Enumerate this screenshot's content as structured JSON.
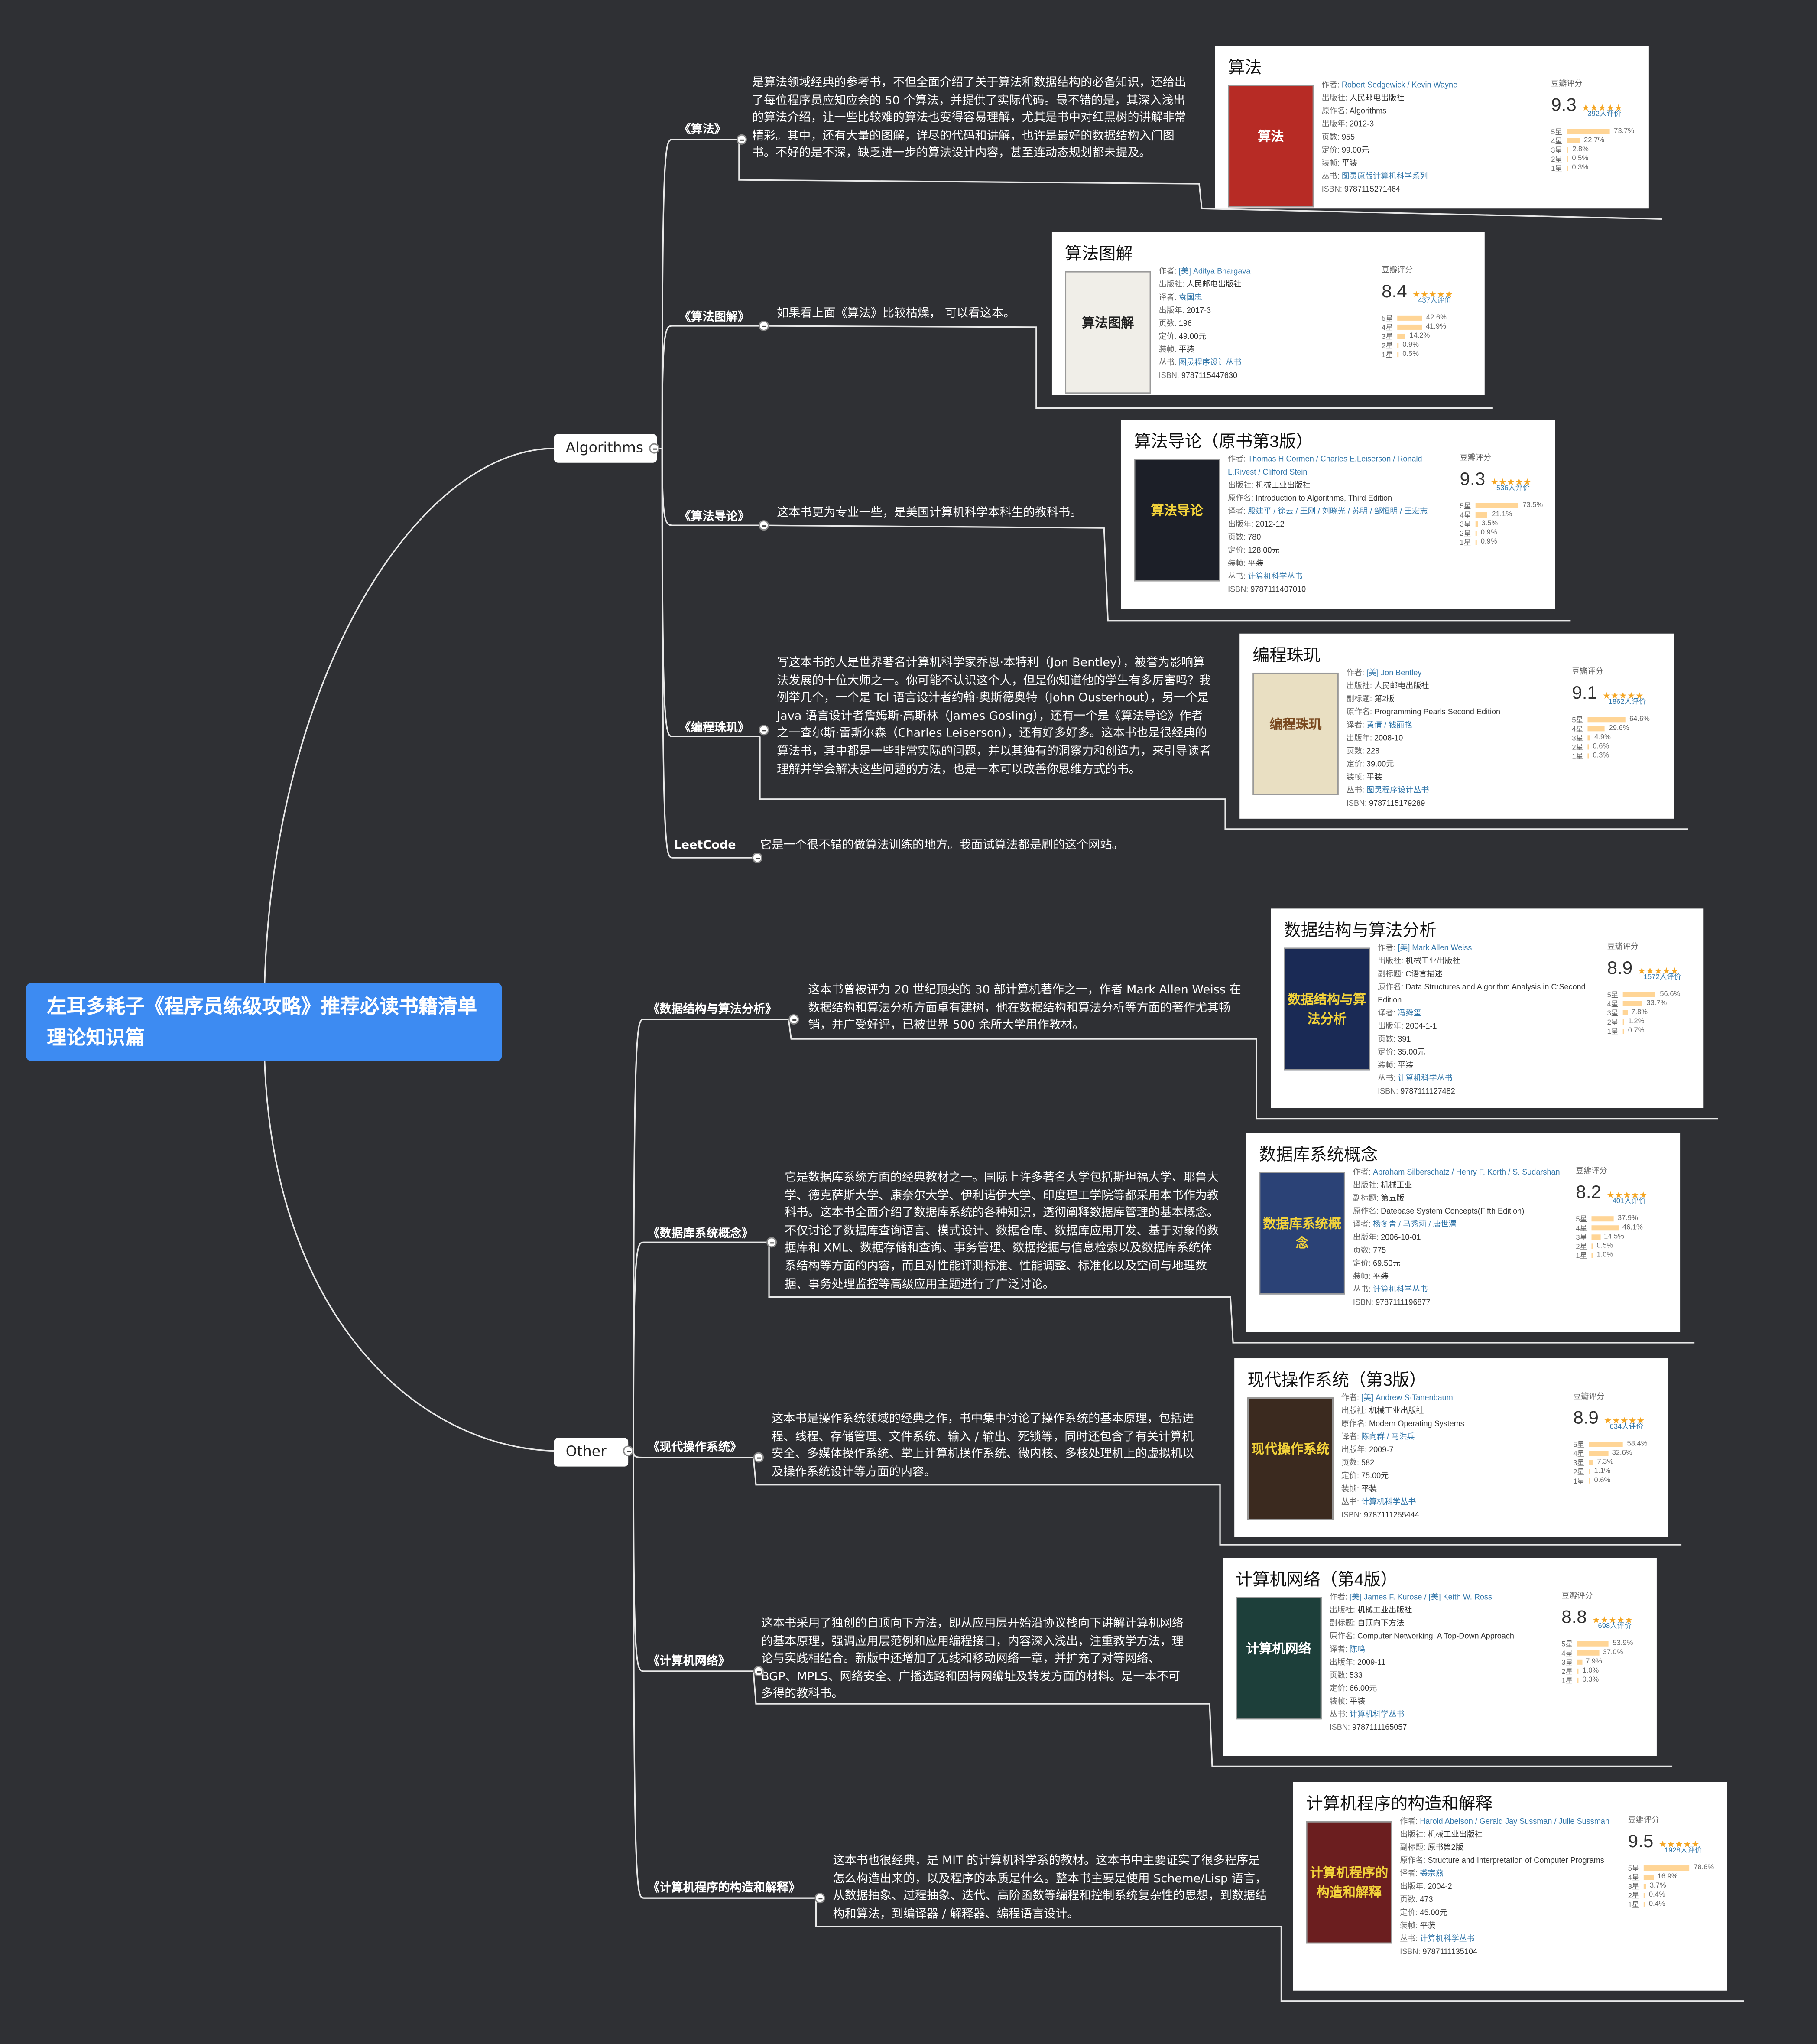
{
  "root_title": "左耳多耗子《程序员练级攻略》推荐必读书籍清单理论知识篇",
  "categories": [
    {
      "label": "Algorithms"
    },
    {
      "label": "Other"
    }
  ],
  "books": [
    {
      "label": "《算法》",
      "desc": "是算法领域经典的参考书，不但全面介绍了关于算法和数据结构的必备知识，还给出了每位程序员应知应会的 50 个算法，并提供了实际代码。最不错的是，其深入浅出的算法介绍，让一些比较难的算法也变得容易理解，尤其是书中对红黑树的讲解非常精彩。其中，还有大量的图解，详尽的代码和讲解，也许是最好的数据结构入门图书。不好的是不深，缺乏进一步的算法设计内容，甚至连动态规划都未提及。",
      "card": {
        "title": "算法",
        "cover_text": "算法",
        "info": [
          [
            "作者:",
            "Robert Sedgewick / Kevin Wayne"
          ],
          [
            "出版社:",
            "人民邮电出版社"
          ],
          [
            "原作名:",
            "Algorithms"
          ],
          [
            "出版年:",
            "2012-3"
          ],
          [
            "页数:",
            "955"
          ],
          [
            "定价:",
            "99.00元"
          ],
          [
            "装帧:",
            "平装"
          ],
          [
            "丛书:",
            "图灵原版计算机科学系列"
          ],
          [
            "ISBN:",
            "9787115271464"
          ]
        ],
        "rating": {
          "label": "豆瓣评分",
          "score": "9.3",
          "count": "392人评价",
          "dist": [
            [
              "5星",
              "73.7%",
              73.7
            ],
            [
              "4星",
              "22.7%",
              22.7
            ],
            [
              "3星",
              "2.8%",
              2.8
            ],
            [
              "2星",
              "0.5%",
              0.5
            ],
            [
              "1星",
              "0.3%",
              0.3
            ]
          ]
        }
      }
    },
    {
      "label": "《算法图解》",
      "desc": "如果看上面《算法》比较枯燥， 可以看这本。",
      "card": {
        "title": "算法图解",
        "cover_text": "算法图解",
        "info": [
          [
            "作者:",
            "[美] Aditya Bhargava"
          ],
          [
            "出版社:",
            "人民邮电出版社"
          ],
          [
            "译者:",
            "袁国忠"
          ],
          [
            "出版年:",
            "2017-3"
          ],
          [
            "页数:",
            "196"
          ],
          [
            "定价:",
            "49.00元"
          ],
          [
            "装帧:",
            "平装"
          ],
          [
            "丛书:",
            "图灵程序设计丛书"
          ],
          [
            "ISBN:",
            "9787115447630"
          ]
        ],
        "rating": {
          "label": "豆瓣评分",
          "score": "8.4",
          "count": "437人评价",
          "dist": [
            [
              "5星",
              "42.6%",
              42.6
            ],
            [
              "4星",
              "41.9%",
              41.9
            ],
            [
              "3星",
              "14.2%",
              14.2
            ],
            [
              "2星",
              "0.9%",
              0.9
            ],
            [
              "1星",
              "0.5%",
              0.5
            ]
          ]
        }
      }
    },
    {
      "label": "《算法导论》",
      "desc": "这本书更为专业一些，是美国计算机科学本科生的教科书。",
      "card": {
        "title": "算法导论（原书第3版）",
        "cover_text": "算法导论",
        "info": [
          [
            "作者:",
            "Thomas H.Cormen / Charles E.Leiserson / Ronald L.Rivest / Clifford Stein"
          ],
          [
            "出版社:",
            "机械工业出版社"
          ],
          [
            "原作名:",
            "Introduction to Algorithms, Third Edition"
          ],
          [
            "译者:",
            "殷建平 / 徐云 / 王刚 / 刘晓光 / 苏明 / 邹恒明 / 王宏志"
          ],
          [
            "出版年:",
            "2012-12"
          ],
          [
            "页数:",
            "780"
          ],
          [
            "定价:",
            "128.00元"
          ],
          [
            "装帧:",
            "平装"
          ],
          [
            "丛书:",
            "计算机科学丛书"
          ],
          [
            "ISBN:",
            "9787111407010"
          ]
        ],
        "rating": {
          "label": "豆瓣评分",
          "score": "9.3",
          "count": "536人评价",
          "dist": [
            [
              "5星",
              "73.5%",
              73.5
            ],
            [
              "4星",
              "21.1%",
              21.1
            ],
            [
              "3星",
              "3.5%",
              3.5
            ],
            [
              "2星",
              "0.9%",
              0.9
            ],
            [
              "1星",
              "0.9%",
              0.9
            ]
          ]
        }
      }
    },
    {
      "label": "《编程珠玑》",
      "desc": "写这本书的人是世界著名计算机科学家乔恩·本特利（Jon Bentley），被誉为影响算法发展的十位大师之一。你可能不认识这个人，但是你知道他的学生有多厉害吗？我例举几个，一个是 Tcl 语言设计者约翰·奥斯德奥特（John Ousterhout），另一个是 Java 语言设计者詹姆斯·高斯林（James Gosling），还有一个是《算法导论》作者之一查尔斯·雷斯尔森（Charles Leiserson），还有好多好多。这本书也是很经典的算法书，其中都是一些非常实际的问题，并以其独有的洞察力和创造力，来引导读者理解并学会解决这些问题的方法，也是一本可以改善你思维方式的书。",
      "card": {
        "title": "编程珠玑",
        "cover_text": "编程珠玑",
        "info": [
          [
            "作者:",
            "[美] Jon Bentley"
          ],
          [
            "出版社:",
            "人民邮电出版社"
          ],
          [
            "副标题:",
            "第2版"
          ],
          [
            "原作名:",
            "Programming Pearls Second Edition"
          ],
          [
            "译者:",
            "黄倩 / 钱丽艳"
          ],
          [
            "出版年:",
            "2008-10"
          ],
          [
            "页数:",
            "228"
          ],
          [
            "定价:",
            "39.00元"
          ],
          [
            "装帧:",
            "平装"
          ],
          [
            "丛书:",
            "图灵程序设计丛书"
          ],
          [
            "ISBN:",
            "9787115179289"
          ]
        ],
        "rating": {
          "label": "豆瓣评分",
          "score": "9.1",
          "count": "1862人评价",
          "dist": [
            [
              "5星",
              "64.6%",
              64.6
            ],
            [
              "4星",
              "29.6%",
              29.6
            ],
            [
              "3星",
              "4.9%",
              4.9
            ],
            [
              "2星",
              "0.6%",
              0.6
            ],
            [
              "1星",
              "0.3%",
              0.3
            ]
          ]
        }
      }
    },
    {
      "label": "LeetCode",
      "desc": "它是一个很不错的做算法训练的地方。我面试算法都是刷的这个网站。"
    },
    {
      "label": "《数据结构与算法分析》",
      "desc": "这本书曾被评为 20 世纪顶尖的 30 部计算机著作之一，作者 Mark Allen Weiss 在数据结构和算法分析方面卓有建树，他在数据结构和算法分析等方面的著作尤其畅销，并广受好评，已被世界 500 余所大学用作教材。",
      "card": {
        "title": "数据结构与算法分析",
        "cover_text": "数据结构与算法分析",
        "info": [
          [
            "作者:",
            "[美] Mark Allen Weiss"
          ],
          [
            "出版社:",
            "机械工业出版社"
          ],
          [
            "副标题:",
            "C语言描述"
          ],
          [
            "原作名:",
            "Data Structures and Algorithm Analysis in C:Second Edition"
          ],
          [
            "译者:",
            "冯舜玺"
          ],
          [
            "出版年:",
            "2004-1-1"
          ],
          [
            "页数:",
            "391"
          ],
          [
            "定价:",
            "35.00元"
          ],
          [
            "装帧:",
            "平装"
          ],
          [
            "丛书:",
            "计算机科学丛书"
          ],
          [
            "ISBN:",
            "9787111127482"
          ]
        ],
        "rating": {
          "label": "豆瓣评分",
          "score": "8.9",
          "count": "1572人评价",
          "dist": [
            [
              "5星",
              "56.6%",
              56.6
            ],
            [
              "4星",
              "33.7%",
              33.7
            ],
            [
              "3星",
              "7.8%",
              7.8
            ],
            [
              "2星",
              "1.2%",
              1.2
            ],
            [
              "1星",
              "0.7%",
              0.7
            ]
          ]
        }
      }
    },
    {
      "label": "《数据库系统概念》",
      "desc": "它是数据库系统方面的经典教材之一。国际上许多著名大学包括斯坦福大学、耶鲁大学、德克萨斯大学、康奈尔大学、伊利诺伊大学、印度理工学院等都采用本书作为教科书。这本书全面介绍了数据库系统的各种知识，透彻阐释数据库管理的基本概念。不仅讨论了数据库查询语言、模式设计、数据仓库、数据库应用开发、基于对象的数据库和 XML、数据存储和查询、事务管理、数据挖掘与信息检索以及数据库系统体系结构等方面的内容，而且对性能评测标准、性能调整、标准化以及空间与地理数据、事务处理监控等高级应用主题进行了广泛讨论。",
      "card": {
        "title": "数据库系统概念",
        "cover_text": "数据库系统概念",
        "info": [
          [
            "作者:",
            "Abraham Silberschatz / Henry F. Korth / S. Sudarshan"
          ],
          [
            "出版社:",
            "机械工业"
          ],
          [
            "副标题:",
            "第五版"
          ],
          [
            "原作名:",
            "Datebase System Concepts(Fifth Edition)"
          ],
          [
            "译者:",
            "杨冬青 / 马秀莉 / 唐世渭"
          ],
          [
            "出版年:",
            "2006-10-01"
          ],
          [
            "页数:",
            "775"
          ],
          [
            "定价:",
            "69.50元"
          ],
          [
            "装帧:",
            "平装"
          ],
          [
            "丛书:",
            "计算机科学丛书"
          ],
          [
            "ISBN:",
            "9787111196877"
          ]
        ],
        "rating": {
          "label": "豆瓣评分",
          "score": "8.2",
          "count": "401人评价",
          "dist": [
            [
              "5星",
              "37.9%",
              37.9
            ],
            [
              "4星",
              "46.1%",
              46.1
            ],
            [
              "3星",
              "14.5%",
              14.5
            ],
            [
              "2星",
              "0.5%",
              0.5
            ],
            [
              "1星",
              "1.0%",
              1.0
            ]
          ]
        }
      }
    },
    {
      "label": "《现代操作系统》",
      "desc": "这本书是操作系统领域的经典之作，书中集中讨论了操作系统的基本原理，包括进程、线程、存储管理、文件系统、输入 / 输出、死锁等，同时还包含了有关计算机安全、多媒体操作系统、掌上计算机操作系统、微内核、多核处理机上的虚拟机以及操作系统设计等方面的内容。",
      "card": {
        "title": "现代操作系统（第3版）",
        "cover_text": "现代操作系统",
        "info": [
          [
            "作者:",
            "[美] Andrew S·Tanenbaum"
          ],
          [
            "出版社:",
            "机械工业出版社"
          ],
          [
            "原作名:",
            "Modern Operating Systems"
          ],
          [
            "译者:",
            "陈向群 / 马洪兵"
          ],
          [
            "出版年:",
            "2009-7"
          ],
          [
            "页数:",
            "582"
          ],
          [
            "定价:",
            "75.00元"
          ],
          [
            "装帧:",
            "平装"
          ],
          [
            "丛书:",
            "计算机科学丛书"
          ],
          [
            "ISBN:",
            "9787111255444"
          ]
        ],
        "rating": {
          "label": "豆瓣评分",
          "score": "8.9",
          "count": "634人评价",
          "dist": [
            [
              "5星",
              "58.4%",
              58.4
            ],
            [
              "4星",
              "32.6%",
              32.6
            ],
            [
              "3星",
              "7.3%",
              7.3
            ],
            [
              "2星",
              "1.1%",
              1.1
            ],
            [
              "1星",
              "0.6%",
              0.6
            ]
          ]
        }
      }
    },
    {
      "label": "《计算机网络》",
      "desc": "这本书采用了独创的自顶向下方法，即从应用层开始沿协议栈向下讲解计算机网络的基本原理，强调应用层范例和应用编程接口，内容深入浅出，注重教学方法，理论与实践相结合。新版中还增加了无线和移动网络一章，并扩充了对等网络、BGP、MPLS、网络安全、广播选路和因特网编址及转发方面的材料。是一本不可多得的教科书。",
      "card": {
        "title": "计算机网络（第4版）",
        "cover_text": "计算机网络",
        "info": [
          [
            "作者:",
            "[美] James F. Kurose / [美] Keith W. Ross"
          ],
          [
            "出版社:",
            "机械工业出版社"
          ],
          [
            "副标题:",
            "自顶向下方法"
          ],
          [
            "原作名:",
            "Computer Networking: A Top-Down Approach"
          ],
          [
            "译者:",
            "陈鸣"
          ],
          [
            "出版年:",
            "2009-11"
          ],
          [
            "页数:",
            "533"
          ],
          [
            "定价:",
            "66.00元"
          ],
          [
            "装帧:",
            "平装"
          ],
          [
            "丛书:",
            "计算机科学丛书"
          ],
          [
            "ISBN:",
            "9787111165057"
          ]
        ],
        "rating": {
          "label": "豆瓣评分",
          "score": "8.8",
          "count": "698人评价",
          "dist": [
            [
              "5星",
              "53.9%",
              53.9
            ],
            [
              "4星",
              "37.0%",
              37.0
            ],
            [
              "3星",
              "7.9%",
              7.9
            ],
            [
              "2星",
              "1.0%",
              1.0
            ],
            [
              "1星",
              "0.3%",
              0.3
            ]
          ]
        }
      }
    },
    {
      "label": "《计算机程序的构造和解释》",
      "desc": "这本书也很经典，是 MIT 的计算机科学系的教材。这本书中主要证实了很多程序是怎么构造出来的，以及程序的本质是什么。整本书主要是使用 Scheme/Lisp 语言，从数据抽象、过程抽象、迭代、高阶函数等编程和控制系统复杂性的思想，到数据结构和算法，到编译器 / 解释器、编程语言设计。",
      "card": {
        "title": "计算机程序的构造和解释",
        "cover_text": "计算机程序的构造和解释",
        "info": [
          [
            "作者:",
            "Harold Abelson / Gerald Jay Sussman / Julie Sussman"
          ],
          [
            "出版社:",
            "机械工业出版社"
          ],
          [
            "副标题:",
            "原书第2版"
          ],
          [
            "原作名:",
            "Structure and Interpretation of Computer Programs"
          ],
          [
            "译者:",
            "裘宗燕"
          ],
          [
            "出版年:",
            "2004-2"
          ],
          [
            "页数:",
            "473"
          ],
          [
            "定价:",
            "45.00元"
          ],
          [
            "装帧:",
            "平装"
          ],
          [
            "丛书:",
            "计算机科学丛书"
          ],
          [
            "ISBN:",
            "9787111135104"
          ]
        ],
        "rating": {
          "label": "豆瓣评分",
          "score": "9.5",
          "count": "1928人评价",
          "dist": [
            [
              "5星",
              "78.6%",
              78.6
            ],
            [
              "4星",
              "16.9%",
              16.9
            ],
            [
              "3星",
              "3.7%",
              3.7
            ],
            [
              "2星",
              "0.4%",
              0.4
            ],
            [
              "1星",
              "0.4%",
              0.4
            ]
          ]
        }
      }
    }
  ]
}
